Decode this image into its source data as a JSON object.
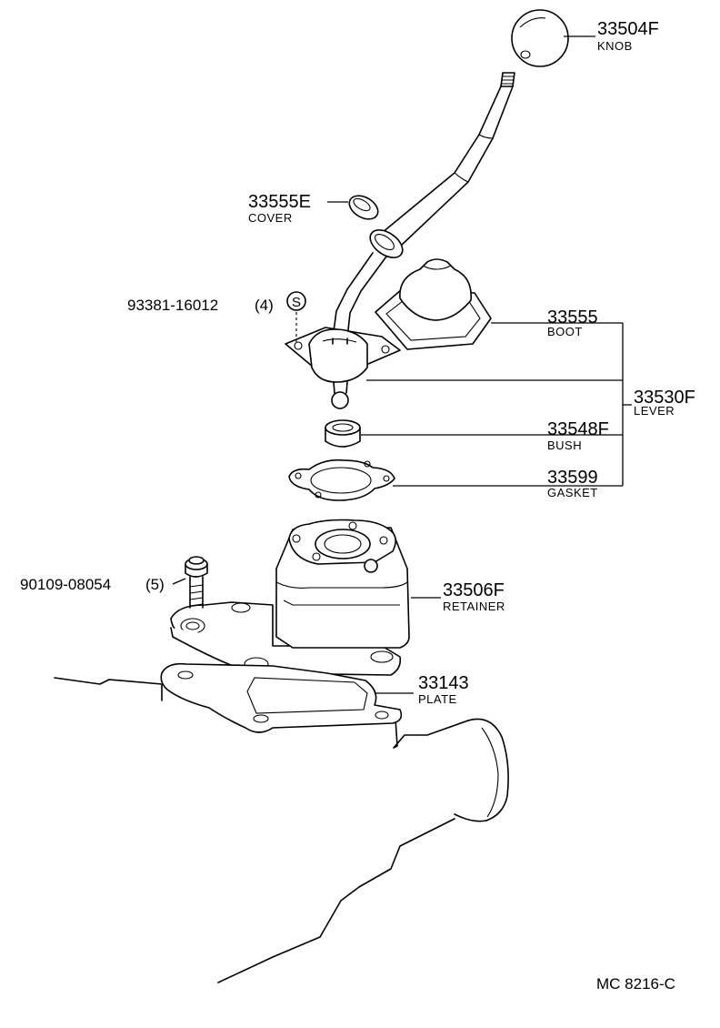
{
  "diagram": {
    "parts": {
      "knob": {
        "number": "33504F",
        "name": "KNOB"
      },
      "cover": {
        "number": "33555E",
        "name": "COVER"
      },
      "screw": {
        "number": "93381-16012",
        "qty": "(4)",
        "symbol": "S"
      },
      "boot": {
        "number": "33555",
        "name": "BOOT"
      },
      "lever": {
        "number": "33530F",
        "name": "LEVER"
      },
      "bush": {
        "number": "33548F",
        "name": "BUSH"
      },
      "gasket": {
        "number": "33599",
        "name": "GASKET"
      },
      "bolt": {
        "number": "90109-08054",
        "qty": "(5)"
      },
      "retainer": {
        "number": "33506F",
        "name": "RETAINER"
      },
      "plate": {
        "number": "33143",
        "name": "PLATE"
      }
    },
    "reference_code": "MC 8216-C"
  }
}
